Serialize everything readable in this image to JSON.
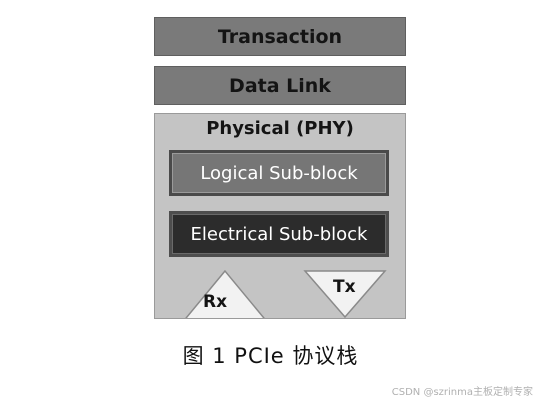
{
  "stack": {
    "transaction_label": "Transaction",
    "data_link_label": "Data Link",
    "physical": {
      "title": "Physical (PHY)",
      "logical_label": "Logical Sub-block",
      "electrical_label": "Electrical Sub-block",
      "rx_label": "Rx",
      "tx_label": "Tx"
    }
  },
  "caption": "图 1  PCIe 协议栈",
  "watermark": "CSDN @szrinma主板定制专家",
  "colors": {
    "layer_bar": "#7a7a7a",
    "physical_bg": "#c4c4c4",
    "logical_block": "#767676",
    "electrical_block": "#2c2c2c",
    "triangle_fill": "#f2f2f2"
  }
}
